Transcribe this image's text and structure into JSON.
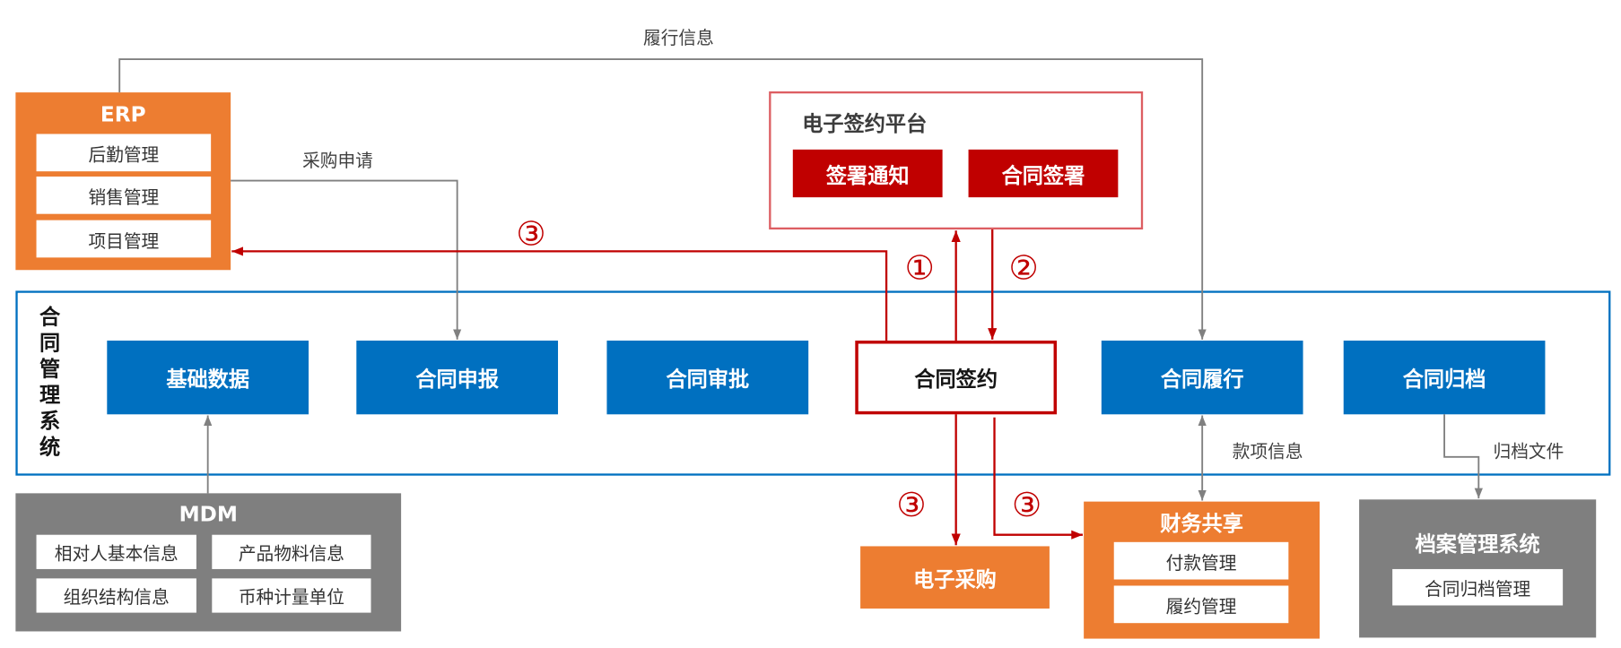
{
  "colors": {
    "erp_orange": "#ED7D31",
    "system_blue": "#0070C0",
    "sign_red": "#C00000",
    "platform_border": "#DD5E62",
    "gray_panel": "#7F7F7F",
    "line_gray": "#808080"
  },
  "erp": {
    "title": "ERP",
    "items": [
      "后勤管理",
      "销售管理",
      "项目管理"
    ]
  },
  "esign_platform": {
    "title": "电子签约平台",
    "items": [
      "签署通知",
      "合同签署"
    ]
  },
  "contract_system": {
    "title": "合同管理系统",
    "modules": [
      "基础数据",
      "合同申报",
      "合同审批",
      "合同签约",
      "合同履行",
      "合同归档"
    ]
  },
  "mdm": {
    "title": "MDM",
    "items": [
      "相对人基本信息",
      "产品物料信息",
      "组织结构信息",
      "币种计量单位"
    ]
  },
  "e_procurement": {
    "title": "电子采购"
  },
  "finance_shared": {
    "title": "财务共享",
    "items": [
      "付款管理",
      "履约管理"
    ]
  },
  "archive_system": {
    "title": "档案管理系统",
    "items": [
      "合同归档管理"
    ]
  },
  "flow_labels": {
    "fulfillment_info": "履行信息",
    "purchase_request": "采购申请",
    "payment_info": "款项信息",
    "archive_files": "归档文件"
  },
  "steps": {
    "erp_feedback": "③",
    "sign_request": "①",
    "sign_return": "②",
    "procurement_push": "③",
    "finance_push": "③"
  }
}
